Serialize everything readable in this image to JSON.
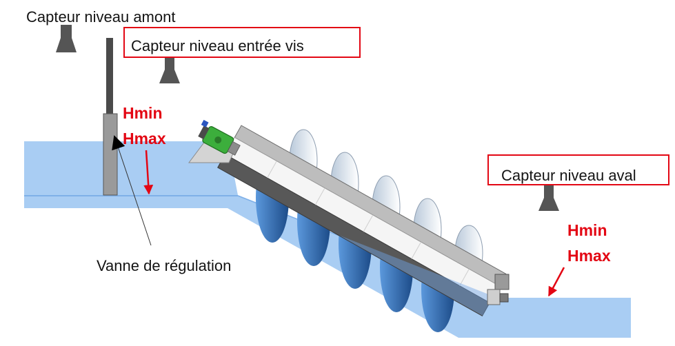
{
  "diagram": {
    "sensor_upstream_label": "Capteur niveau amont",
    "sensor_screw_inlet_label": "Capteur niveau entrée vis",
    "sensor_downstream_label": "Capteur niveau aval",
    "gate_label": "Vanne de régulation",
    "upstream_levels": {
      "hmin": "Hmin",
      "hmax": "Hmax"
    },
    "downstream_levels": {
      "hmin": "Hmin",
      "hmax": "Hmax"
    }
  },
  "icons": {
    "sensor": "level-sensor-icon",
    "gate": "sluice-gate-icon",
    "motor": "motor-icon"
  },
  "colors": {
    "annotation_red": "#e30613",
    "water": "#a9cdf3",
    "water_line": "#7fb0e8",
    "blade_blue": "#2f6bb0",
    "motor_green": "#3cae3c",
    "sensor_gray": "#555555"
  }
}
